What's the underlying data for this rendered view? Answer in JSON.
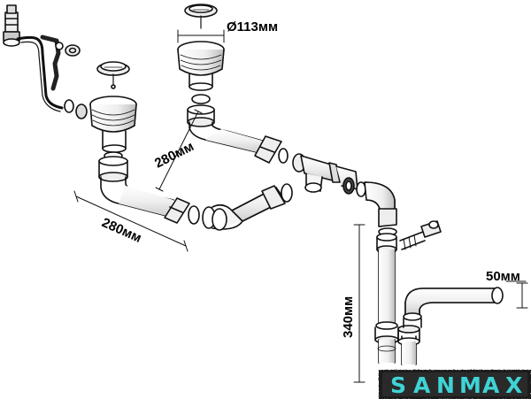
{
  "dimensions": {
    "strainer_diameter": "Ø113мм",
    "upper_pipe_length": "280мм",
    "lower_pipe_length": "280мм",
    "vertical_height": "340мм",
    "outlet_diameter": "50мм"
  },
  "brand": {
    "letters": [
      "S",
      "A",
      "N",
      "M",
      "A",
      "X"
    ],
    "color": "#3fd3d6",
    "shadow_color": "#1a1a1a"
  },
  "colors": {
    "line": "#111111",
    "paper": "#ffffff"
  }
}
